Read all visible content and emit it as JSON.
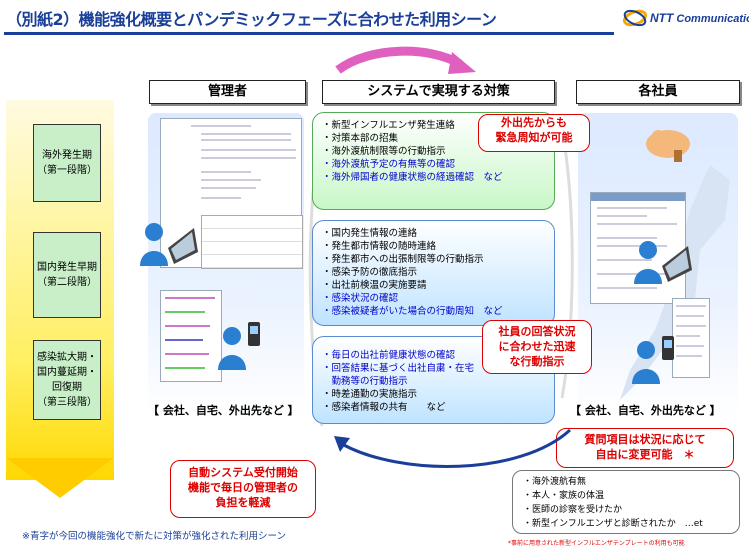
{
  "title": "（別紙2）機能強化概要とパンデミックフェーズに合わせた利用シーン",
  "logo": {
    "brand": "NTT",
    "suffix": "Communications",
    "brand_color": "#1a3f99",
    "icon": "ntt-orbit-logo"
  },
  "headers": {
    "admin": "管理者",
    "system": "システムで実現する対策",
    "employees": "各社員"
  },
  "phases": [
    {
      "line1": "海外発生期",
      "line2": "（第一段階）"
    },
    {
      "line1": "国内発生早期",
      "line2": "（第二段階）"
    },
    {
      "line1": "感染拡大期・",
      "line2": "国内蔓延期・",
      "line3": "回復期",
      "line4": "（第三段階）"
    }
  ],
  "phase1_items": [
    {
      "text": "・新型インフルエンザ発生連絡",
      "highlight": false
    },
    {
      "text": "・対策本部の招集",
      "highlight": false
    },
    {
      "text": "・海外渡航制限等の行動指示",
      "highlight": false
    },
    {
      "text": "・海外渡航予定の有無等の確認",
      "highlight": true
    },
    {
      "text": "・海外帰国者の健康状態の経過確認　など",
      "highlight": true
    }
  ],
  "phase2_items": [
    {
      "text": "・国内発生情報の連絡",
      "highlight": false
    },
    {
      "text": "・発生都市情報の随時連絡",
      "highlight": false
    },
    {
      "text": "・発生都市への出張制限等の行動指示",
      "highlight": false
    },
    {
      "text": "・感染予防の徹底指示",
      "highlight": false
    },
    {
      "text": "・出社前検温の実施要請",
      "highlight": false
    },
    {
      "text": "・感染状況の確認",
      "highlight": true
    },
    {
      "text": "・感染被疑者がいた場合の行動周知　など",
      "highlight": true
    }
  ],
  "phase3_items": [
    {
      "text": "・毎日の出社前健康状態の確認",
      "highlight": true
    },
    {
      "text": "・回答結果に基づく出社自粛・在宅",
      "highlight": true
    },
    {
      "text": "　勤務等の行動指示",
      "highlight": true
    },
    {
      "text": "・時差通勤の実施指示",
      "highlight": false
    },
    {
      "text": "・感染者情報の共有　　など",
      "highlight": false
    }
  ],
  "callouts": {
    "emergency": {
      "line1": "外出先からも",
      "line2": "緊急周知が可能"
    },
    "rapid": {
      "line1": "社員の回答状況",
      "line2": "に合わせた迅速",
      "line3": "な行動指示"
    },
    "auto": {
      "line1": "自動システム受付開始",
      "line2": "機能で毎日の管理者の",
      "line3": "負担を軽減"
    },
    "flexible": {
      "line1": "質問項目は状況に応じて",
      "line2": "自由に変更可能　＊"
    }
  },
  "locations_admin": "【 会社、自宅、外出先など 】",
  "locations_employees": "【 会社、自宅、外出先など 】",
  "question_items": [
    "・海外渡航有無",
    "・本人・家族の体温",
    "・医師の診察を受けたか",
    "・新型インフルエンザと診断されたか　…et"
  ],
  "footnote_main": "※青字が今回の機能強化で新たに対策が強化された利用シーン",
  "footnote_small": "*事前に用意された新型インフルエンザテンプレートの利用も可能",
  "colors": {
    "title": "#1a3f99",
    "highlight_text": "#0000cc",
    "callout_red": "#dd0000",
    "phase_box": "#c8efc8",
    "arrow": "#ffcc00"
  }
}
